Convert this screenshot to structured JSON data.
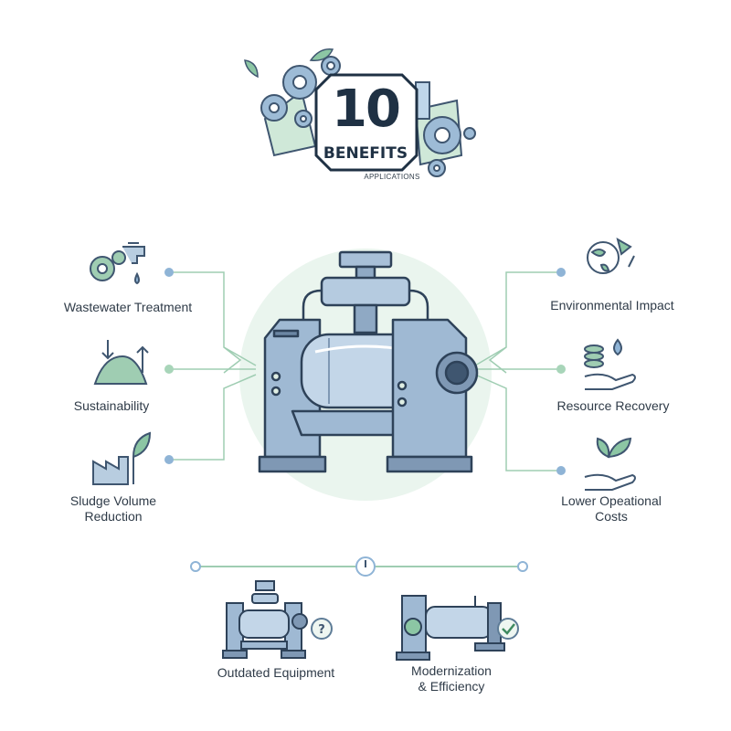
{
  "title": {
    "number": "10",
    "subtitle": "BENEFITS",
    "small": "APPLICATIONS"
  },
  "left_items": [
    {
      "line1": "Wastewater Treatment",
      "line2": "",
      "icon": "gear-faucet-icon"
    },
    {
      "line1": "Sustainability",
      "line2": "",
      "icon": "sludge-pile-arrows-icon"
    },
    {
      "line1": "Sludge Volume",
      "line2": "Reduction",
      "icon": "factory-leaf-icon"
    }
  ],
  "right_items": [
    {
      "line1": "Environmental Impact",
      "line2": "",
      "icon": "globe-recycle-icon"
    },
    {
      "line1": "Resource Recovery",
      "line2": "",
      "icon": "coins-hand-icon"
    },
    {
      "line1": "Lower Opeational",
      "line2": "Costs",
      "icon": "leaf-hand-icon"
    }
  ],
  "bottom_items": [
    {
      "line1": "Outdated Equipment",
      "line2": "",
      "icon": "question-badge-icon"
    },
    {
      "line1": "Modernization",
      "line2": "& Efficiency",
      "icon": "check-badge-icon"
    }
  ],
  "colors": {
    "steel": "#8fa9c4",
    "steel_dark": "#3f5670",
    "green": "#8cc6a4",
    "green_light": "#dceee3",
    "blue_dot": "#8fb4d6"
  }
}
